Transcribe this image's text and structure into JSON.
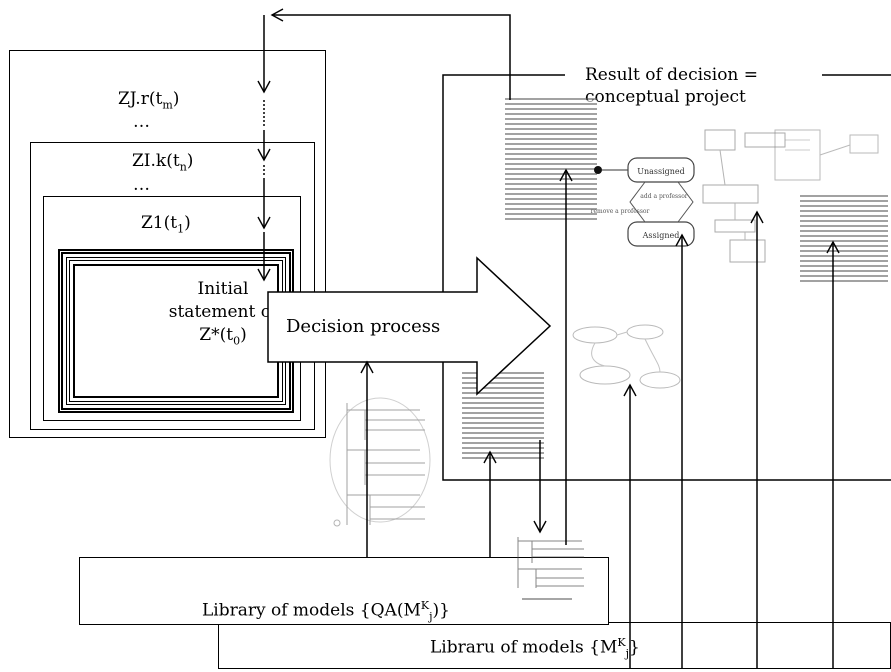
{
  "nested_tasks": {
    "zj": {
      "label": "ZJ.r(t",
      "sub": "m",
      "close": ")"
    },
    "dots1": "…",
    "zi": {
      "label": "ZI.k(t",
      "sub": "n",
      "close": ")"
    },
    "dots2": "…",
    "z1": {
      "label": "Z1(t",
      "sub": "1",
      "close": ")"
    },
    "initial": {
      "line1": "Initial",
      "line2": "statement of",
      "line3_prefix": "Z*(t",
      "line3_sub": "0",
      "line3_close": ")"
    }
  },
  "decision_process": "Decision process",
  "result": {
    "line1": "Result of decision =",
    "line2": "conceptual project"
  },
  "library_qa": {
    "prefix": "Library of models {QA(M",
    "sup": "K",
    "sub": "j",
    "suffix": ")}"
  },
  "library_m": {
    "prefix": "Libraru of models {M",
    "sup": "K",
    "sub": "j",
    "suffix": "}"
  },
  "state_diagram": {
    "state1": "Unassigned",
    "state2": "Assigned",
    "edge1": "add a professor",
    "edge2": "remove a professor"
  }
}
